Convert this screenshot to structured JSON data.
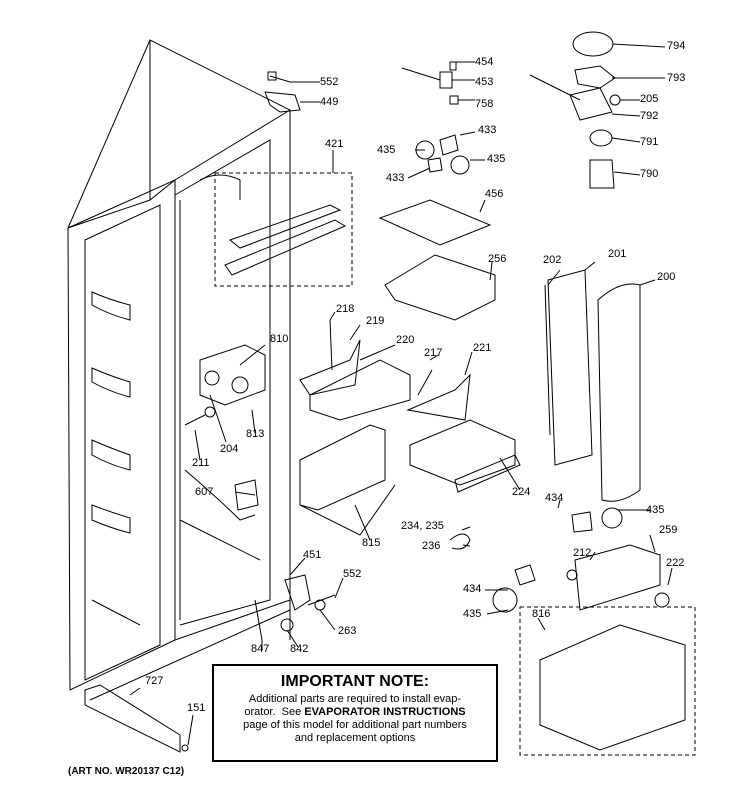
{
  "important_note": {
    "title": "IMPORTANT NOTE:",
    "line1": "Additional parts are required to install evap-",
    "line2_pre": "orator.  See ",
    "line2_bold": "EVAPORATOR INSTRUCTIONS",
    "line3": "page of this model for additional part numbers",
    "line4": "and replacement options"
  },
  "art_number": "(ART NO. WR20137 C12)",
  "part_labels": {
    "p552a": "552",
    "p449": "449",
    "p421": "421",
    "p454": "454",
    "p453": "453",
    "p758": "758",
    "p433a": "433",
    "p435a": "435",
    "p433b": "433",
    "p435b": "435",
    "p794": "794",
    "p793": "793",
    "p205": "205",
    "p792": "792",
    "p791": "791",
    "p790": "790",
    "p456": "456",
    "p256": "256",
    "p202": "202",
    "p201": "201",
    "p200": "200",
    "p218": "218",
    "p219": "219",
    "p220": "220",
    "p217": "217",
    "p221": "221",
    "p810": "810",
    "p204": "204",
    "p211": "211",
    "p813": "813",
    "p607": "607",
    "p815": "815",
    "p224": "224",
    "p434a": "434",
    "p435c": "435",
    "p234": "234, 235",
    "p236": "236",
    "p259": "259",
    "p212": "212",
    "p222": "222",
    "p451": "451",
    "p552b": "552",
    "p263": "263",
    "p847": "847",
    "p842": "842",
    "p434b": "434",
    "p435d": "435",
    "p816": "816",
    "p727": "727",
    "p151": "151"
  }
}
